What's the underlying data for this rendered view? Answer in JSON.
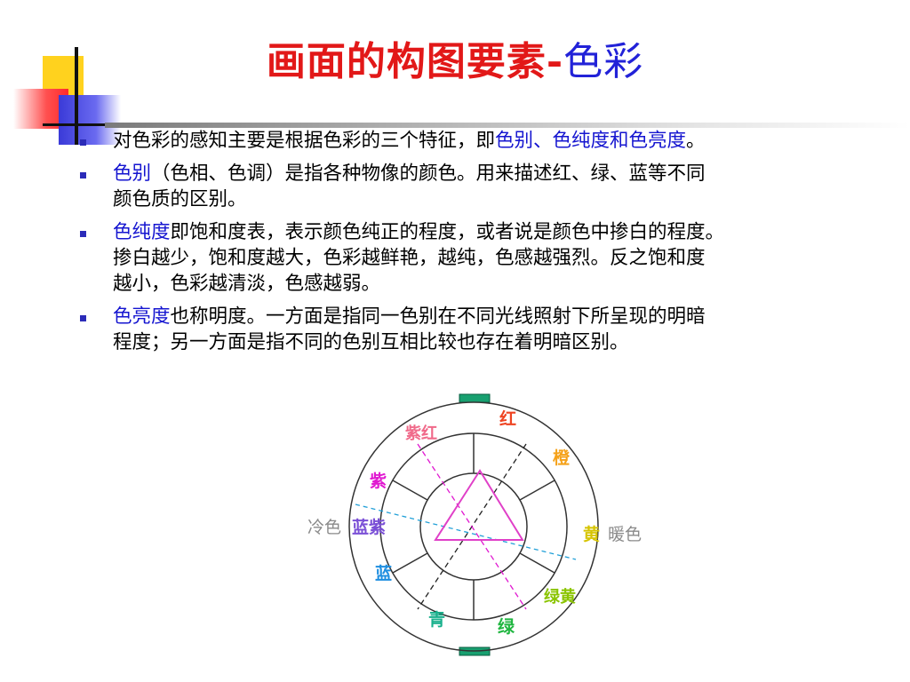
{
  "title": {
    "main": "画面的构图要素",
    "separator": "-",
    "sub": "色彩"
  },
  "bullets": [
    {
      "highlight_lead": "",
      "text": "对色彩的感知主要是根据色彩的三个特征，即",
      "highlight_tail": "色别、色纯度和色亮度",
      "end": "。"
    },
    {
      "highlight": "色别",
      "line1": "（色相、色调）是指各种物像的颜色。用来描述红、绿、蓝等不同",
      "line2": "颜色质的区别。"
    },
    {
      "highlight": "色纯度",
      "line1": "即饱和度表，表示颜色纯正的程度，或者说是颜色中掺白的程度。",
      "line2": "掺白越少，饱和度越大，色彩越鲜艳，越纯，色感越强烈。反之饱和度",
      "line3": "越小，色彩越清淡，色感越弱。"
    },
    {
      "highlight": "色亮度",
      "line1": "也称明度。一方面是指同一色别在不同光线照射下所呈现的明暗",
      "line2": "程度；另一方面是指不同的色别互相比较也存在着明暗区别。"
    }
  ],
  "wheel": {
    "labels": {
      "red": "红",
      "orange": "橙",
      "yellow": "黄",
      "yellow_green": "绿黄",
      "green": "绿",
      "cyan": "青",
      "blue": "蓝",
      "blue_purple": "蓝紫",
      "purple": "紫",
      "purple_red": "紫红",
      "cold": "冷色",
      "warm": "暖色"
    },
    "colors": {
      "red": "#ee4422",
      "orange": "#f5a21a",
      "yellow": "#d6c400",
      "yellow_green": "#8ac400",
      "green": "#20b640",
      "cyan": "#18b08c",
      "blue": "#1e8ee0",
      "blue_purple": "#7a4fd6",
      "purple": "#e018d0",
      "purple_red": "#f06a8a",
      "neutral": "#8a8a8a",
      "triangle": "#e040c8",
      "divider": "#22a0d8",
      "handle": "#18a070"
    }
  },
  "decoration": {
    "yellow": "#ffd21e",
    "red": "#ff3a3a",
    "blue": "#4040e0"
  }
}
